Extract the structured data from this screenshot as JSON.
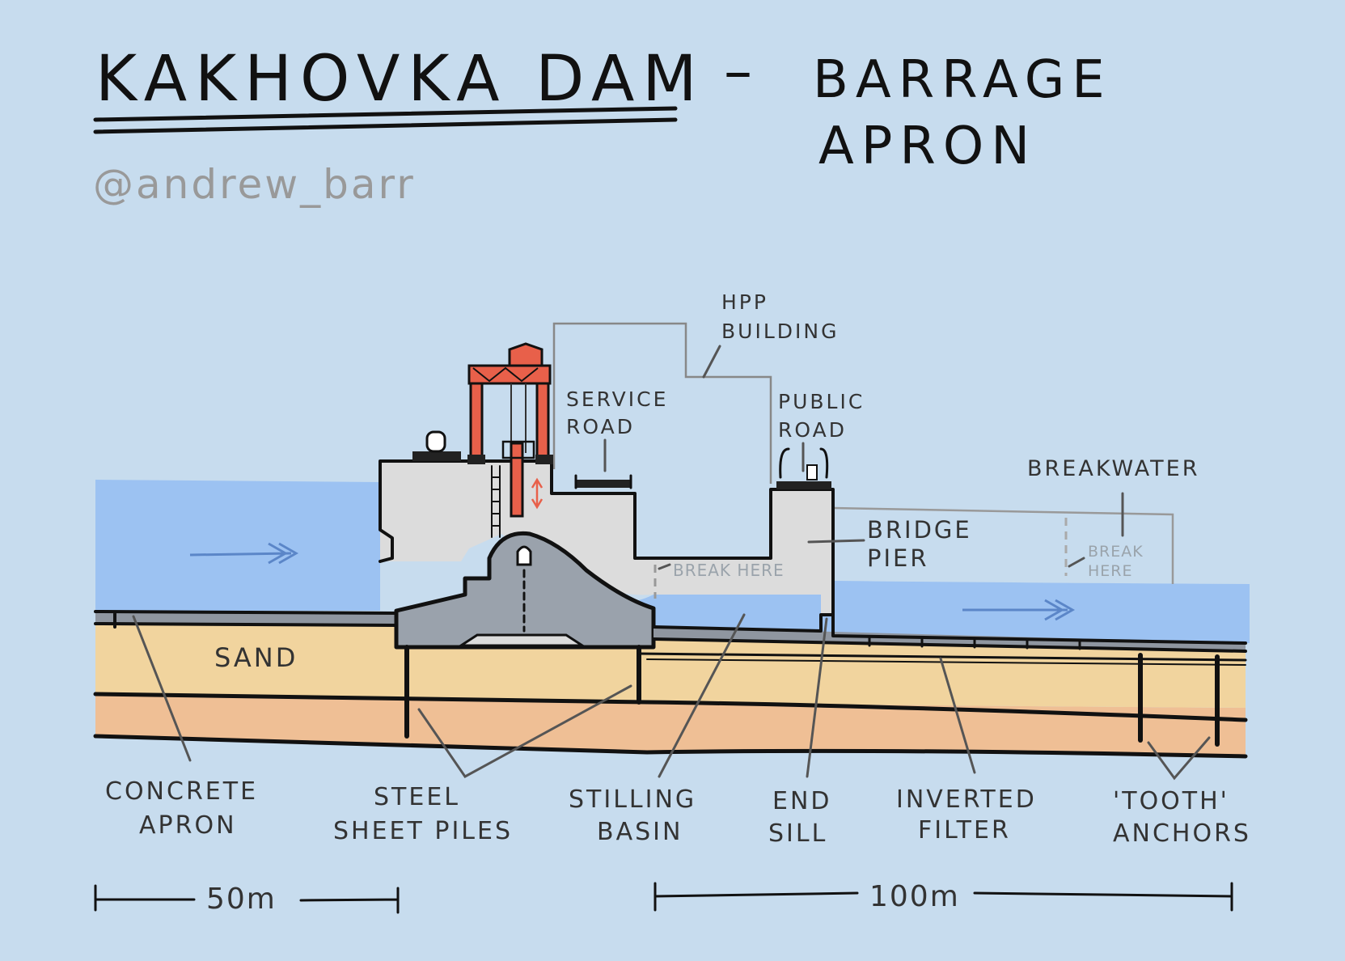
{
  "title": {
    "line1": "KAKHOVKA DAM",
    "dash": "–",
    "line2a": "BARRAGE",
    "line2b": "APRON"
  },
  "author": "@andrew_barr",
  "labels": {
    "hpp_building": [
      "HPP",
      "BUILDING"
    ],
    "service_road": [
      "SERVICE",
      "ROAD"
    ],
    "public_road": [
      "PUBLIC",
      "ROAD"
    ],
    "breakwater": "BREAKWATER",
    "bridge_pier": [
      "BRIDGE",
      "PIER"
    ],
    "break_here_1": "BREAK HERE",
    "break_here_2": [
      "BREAK",
      "HERE"
    ],
    "sand": "SAND",
    "concrete_apron": [
      "CONCRETE",
      "APRON"
    ],
    "steel_sheet_piles": [
      "STEEL",
      "SHEET PILES"
    ],
    "stilling_basin": [
      "STILLING",
      "BASIN"
    ],
    "end_sill": [
      "END",
      "SILL"
    ],
    "inverted_filter": [
      "INVERTED",
      "FILTER"
    ],
    "tooth_anchors": [
      "'TOOTH'",
      "ANCHORS"
    ]
  },
  "scales": {
    "left": "50m",
    "right": "100m"
  },
  "colors": {
    "background": "#c7dcee",
    "water": "#9cc2f2",
    "sand": "#f1d49e",
    "subsoil": "#efbf95",
    "concrete_dark": "#9aa2ac",
    "concrete_light": "#dcdcdc",
    "crane": "#e8604a"
  }
}
